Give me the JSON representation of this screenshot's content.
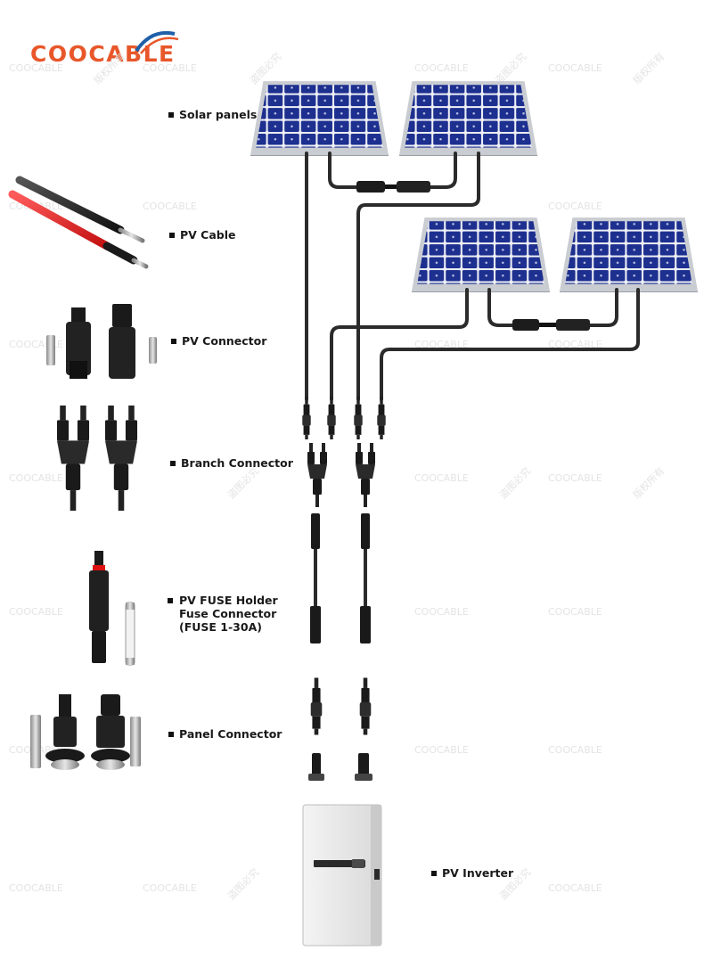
{
  "brand": {
    "name": "COOCABLE",
    "accent": "#e8572a",
    "secondary": "#1f5fa8"
  },
  "items": [
    {
      "key": "solar",
      "label": "Solar panels"
    },
    {
      "key": "cable",
      "label": "PV Cable"
    },
    {
      "key": "connector",
      "label": "PV Connector"
    },
    {
      "key": "branch",
      "label": "Branch Connector"
    },
    {
      "key": "fuse",
      "lines": [
        "PV FUSE Holder",
        "Fuse Connector",
        "(FUSE 1-30A)"
      ]
    },
    {
      "key": "panelconn",
      "label": "Panel Connector"
    },
    {
      "key": "inverter",
      "label": "PV Inverter"
    }
  ],
  "watermark": {
    "text_a": "COOCABLE",
    "text_b": "盗图必究",
    "text_c": "版权所有"
  },
  "colors": {
    "panel_cell": "#1d2f8f",
    "panel_frame": "#c9ccd1",
    "cable": "#2b2b2b",
    "cable_red": "#e02a2a"
  }
}
